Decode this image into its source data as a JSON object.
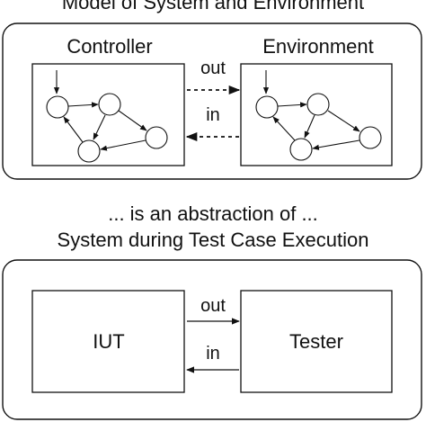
{
  "top_caption": "Model of System and Environment",
  "model": {
    "controller_label": "Controller",
    "environment_label": "Environment",
    "out_label": "out",
    "in_label": "in"
  },
  "middle_caption": {
    "line1": "... is an abstraction of ...",
    "line2": "System during Test Case Execution"
  },
  "execution": {
    "iut_label": "IUT",
    "tester_label": "Tester",
    "out_label": "out",
    "in_label": "in"
  }
}
